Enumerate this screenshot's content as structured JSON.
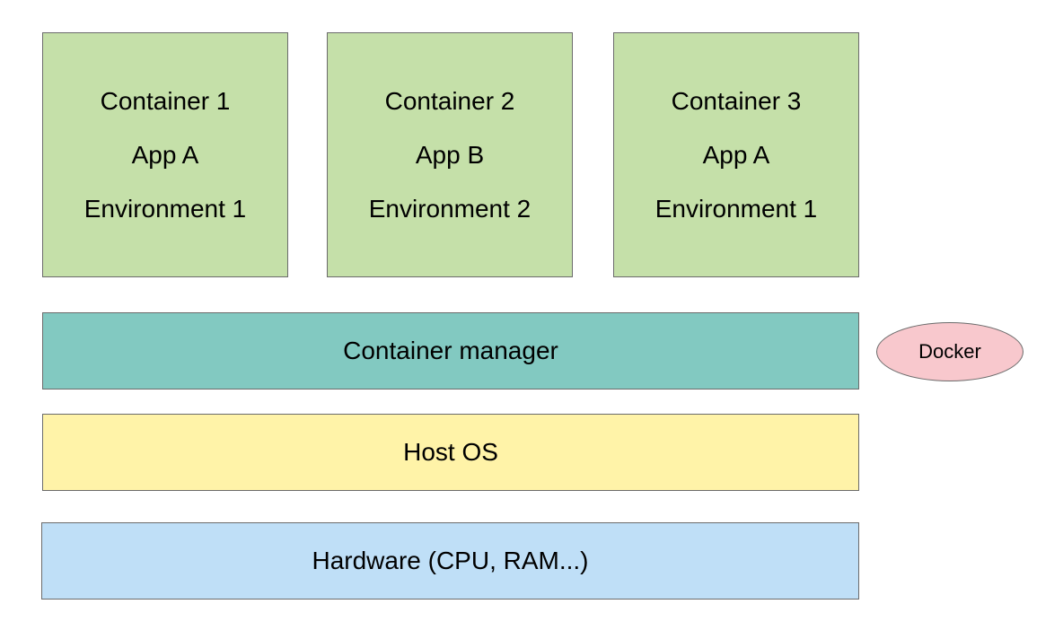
{
  "containers": [
    {
      "name": "Container 1",
      "app": "App A",
      "environment": "Environment 1"
    },
    {
      "name": "Container 2",
      "app": "App B",
      "environment": "Environment 2"
    },
    {
      "name": "Container 3",
      "app": "App A",
      "environment": "Environment 1"
    }
  ],
  "layers": {
    "container_manager": "Container manager",
    "host_os": "Host OS",
    "hardware": "Hardware (CPU, RAM...)"
  },
  "annotation": {
    "docker": "Docker"
  },
  "colors": {
    "container_fill": "#c5e0a9",
    "container_manager_fill": "#82c9c1",
    "host_os_fill": "#fff3a8",
    "hardware_fill": "#bfdff7",
    "docker_fill": "#f8c8cd",
    "border": "#6b6b6b"
  }
}
